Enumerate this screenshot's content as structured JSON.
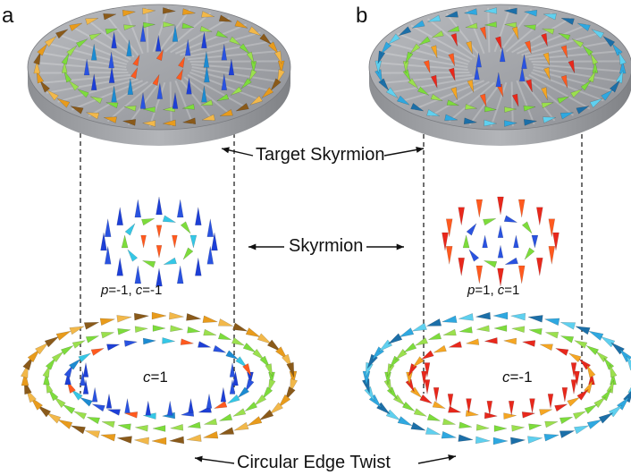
{
  "panels": [
    {
      "letter": "a",
      "params": {
        "p_sym": "p",
        "p_val": "=-1, ",
        "c_sym": "c",
        "c_val": "=-1"
      },
      "edge": {
        "c_sym": "c",
        "c_val": "=1"
      },
      "colors": {
        "inner": [
          "#1d3fd6",
          "#2a53e0",
          "#1c8bd2",
          "#35c7e6",
          "#ff5a1f"
        ],
        "ring": [
          "#7ddc3c",
          "#9be04e"
        ],
        "outer": [
          "#e89b1c",
          "#f2b84a",
          "#8a5a1a"
        ]
      }
    },
    {
      "letter": "b",
      "params": {
        "p_sym": "p",
        "p_val": "=1, ",
        "c_sym": "c",
        "c_val": "=1"
      },
      "edge": {
        "c_sym": "c",
        "c_val": "=-1"
      },
      "colors": {
        "inner": [
          "#e8281c",
          "#ff5a1f",
          "#f5a623",
          "#2a53e0",
          "#4dd2e8"
        ],
        "ring": [
          "#7ddc3c",
          "#9be04e"
        ],
        "outer": [
          "#2fa8e0",
          "#5fd0ef",
          "#1c6fa8"
        ]
      }
    }
  ],
  "labels": {
    "target": "Target Skyrmion",
    "skyrmion": "Skyrmion",
    "edge": "Circular Edge Twist"
  },
  "disk_color": "#a7a9ad"
}
